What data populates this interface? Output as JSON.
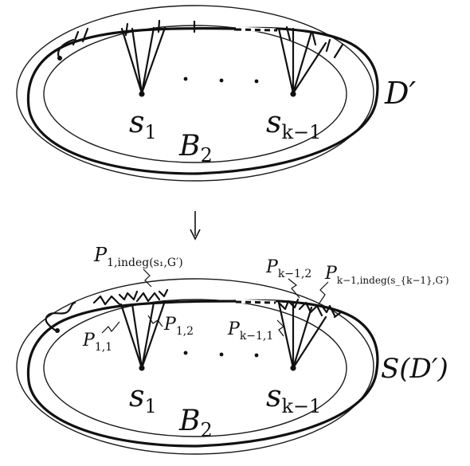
{
  "top_panel": {
    "region_label": "D′",
    "vertex_left": "s",
    "vertex_left_sub": "1",
    "vertex_right": "s",
    "vertex_right_sub": "k−1",
    "inner_disk_label": "B",
    "inner_disk_sub": "2"
  },
  "bottom_panel": {
    "region_label": "S(D′)",
    "vertex_left": "s",
    "vertex_left_sub": "1",
    "vertex_right": "s",
    "vertex_right_sub": "k−1",
    "inner_disk_label": "B",
    "inner_disk_sub": "2",
    "path_labels": {
      "p1_indeg_main": "P",
      "p1_indeg_sub": "1,indeg(s₁,G′)",
      "p11_main": "P",
      "p11_sub": "1,1",
      "p12_main": "P",
      "p12_sub": "1,2",
      "pk1_main": "P",
      "pk1_sub": "k−1,1",
      "pk2_main": "P",
      "pk2_sub": "k−1,2",
      "pk_indeg_main": "P",
      "pk_indeg_sub": "k−1,indeg(s_{k−1},G′)"
    }
  },
  "arrow_icon": "down-arrow-icon"
}
